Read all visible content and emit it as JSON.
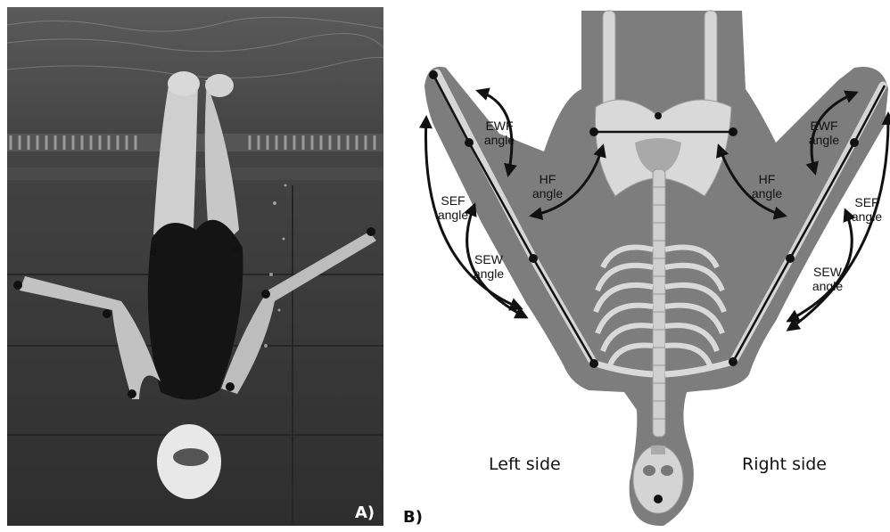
{
  "panels": {
    "a_label": "A)",
    "b_label": "B)"
  },
  "angles": {
    "left": {
      "ewf": [
        "EWF",
        "angle"
      ],
      "hf": [
        "HF",
        "angle"
      ],
      "sef": [
        "SEF",
        "angle"
      ],
      "sew": [
        "SEW",
        "angle"
      ]
    },
    "right": {
      "ewf": [
        "EWF",
        "angle"
      ],
      "hf": [
        "HF",
        "angle"
      ],
      "sef": [
        "SEF",
        "angle"
      ],
      "sew": [
        "SEW",
        "angle"
      ]
    }
  },
  "sides": {
    "left": "Left side",
    "right": "Right side"
  },
  "colors": {
    "photo_bg": "#3a3a3a",
    "silhouette": "#7d7d7d",
    "bone": "#d6d6d6",
    "marker": "#111111"
  }
}
